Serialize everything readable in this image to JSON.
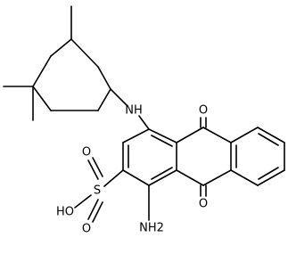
{
  "molecule": {
    "atom_labels": {
      "nh": "NH",
      "o_top": "O",
      "o_bottom": "O",
      "nh2": "NH2",
      "s": "S",
      "o_s1": "O",
      "o_s2": "O",
      "ho": "HO"
    }
  }
}
